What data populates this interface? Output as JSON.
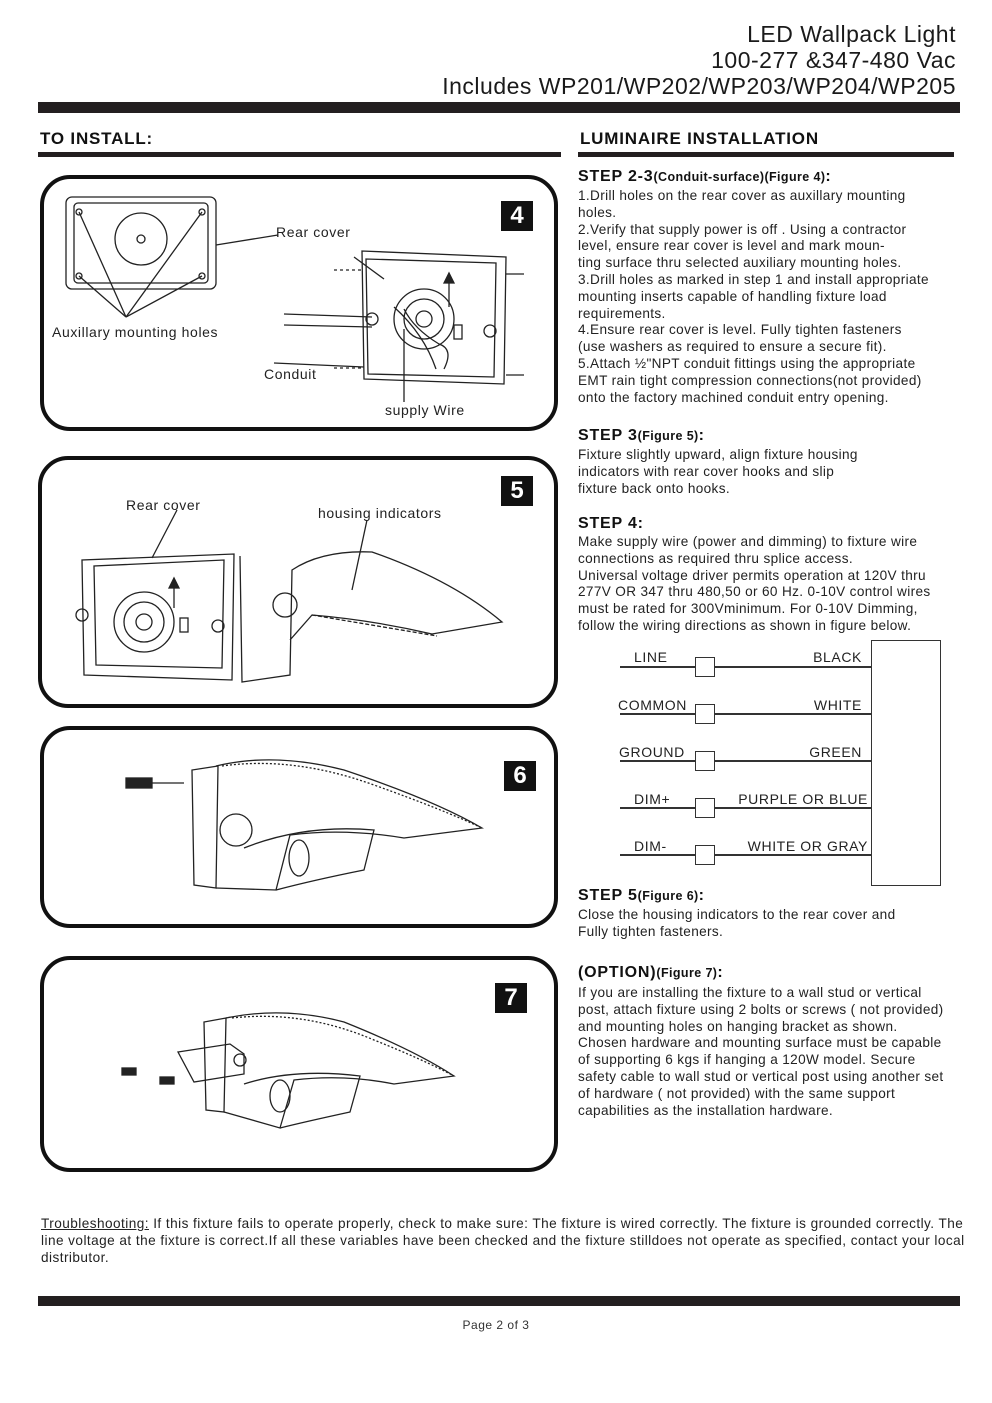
{
  "header": {
    "line1": "LED Wallpack Light",
    "line2": "100-277 &347-480 Vac",
    "line3": "Includes WP201/WP202/WP203/WP204/WP205"
  },
  "left": {
    "heading": "TO INSTALL:",
    "fig4": {
      "number": "4",
      "rear_cover": "Rear cover",
      "aux_holes": "Auxillary mounting holes",
      "conduit": "Conduit",
      "supply_wire": "supply Wire"
    },
    "fig5": {
      "number": "5",
      "rear_cover": "Rear cover",
      "housing_indicators": "housing indicators"
    },
    "fig6": {
      "number": "6"
    },
    "fig7": {
      "number": "7"
    }
  },
  "right": {
    "heading": "LUMINAIRE INSTALLATION",
    "step23": {
      "title": "STEP 2-3",
      "sub": "(Conduit-surface)(Figure 4)",
      "colon": ":",
      "lines": [
        "1.Drill holes on the rear cover as auxillary mounting",
        "holes.",
        "2.Verify that supply power is off . Using a contractor",
        "level, ensure rear cover is level and mark moun-",
        "ting surface thru selected auxiliary mounting holes.",
        "3.Drill holes as marked in step 1 and install appropriate",
        "mounting inserts capable of handling fixture load",
        "requirements.",
        "4.Ensure rear cover is level. Fully tighten fasteners",
        "(use washers as required to ensure a secure fit).",
        "5.Attach ½\"NPT conduit fittings using the appropriate",
        "EMT rain tight compression connections(not provided)",
        "onto the factory machined conduit entry opening."
      ]
    },
    "step3": {
      "title": "STEP 3",
      "sub": "(Figure 5)",
      "colon": ":",
      "lines": [
        "Fixture slightly upward, align fixture housing",
        "indicators with rear cover hooks and slip",
        "fixture back onto hooks."
      ]
    },
    "step4": {
      "title": "STEP 4:",
      "lines": [
        "Make supply wire (power and dimming) to fixture wire",
        "connections as required thru splice access.",
        "Universal voltage driver permits operation at 120V thru",
        "277V OR 347 thru 480,50 or 60 Hz. 0-10V control wires",
        "must be rated for 300Vminimum. For 0-10V Dimming,",
        "follow the wiring directions as shown in figure below."
      ]
    },
    "wiring": [
      {
        "supply": "LINE",
        "fixture": "BLACK"
      },
      {
        "supply": "COMMON",
        "fixture": "WHITE"
      },
      {
        "supply": "GROUND",
        "fixture": "GREEN"
      },
      {
        "supply": "DIM+",
        "fixture": "PURPLE OR BLUE"
      },
      {
        "supply": "DIM-",
        "fixture": "WHITE OR GRAY"
      }
    ],
    "step5": {
      "title": "STEP 5",
      "sub": "(Figure 6)",
      "colon": ":",
      "lines": [
        "Close the housing indicators to the rear cover and",
        "Fully tighten fasteners."
      ]
    },
    "option": {
      "title": "(OPTION)",
      "sub": "(Figure 7)",
      "colon": ":",
      "lines": [
        "If you are installing the fixture to a wall stud or vertical",
        "post, attach fixture using 2 bolts or screws ( not provided)",
        "and mounting holes on hanging bracket as shown.",
        "Chosen hardware and mounting surface must be capable",
        "of supporting 6 kgs if hanging a 120W model. Secure",
        "safety cable to wall stud or vertical post using another set",
        "of hardware ( not provided) with the same support",
        "capabilities as the installation hardware."
      ]
    }
  },
  "troubleshooting": {
    "label": "Troubleshooting:",
    "text": " If this fixture fails to operate properly, check to make sure: The fixture is wired correctly. The fixture is grounded correctly. The line voltage at the fixture is correct.If all these variables have been checked and the fixture stilldoes not operate as specified, contact your local distributor."
  },
  "footer": {
    "page": "Page 2 of 3"
  },
  "colors": {
    "ink": "#231f20",
    "text": "#222222"
  }
}
